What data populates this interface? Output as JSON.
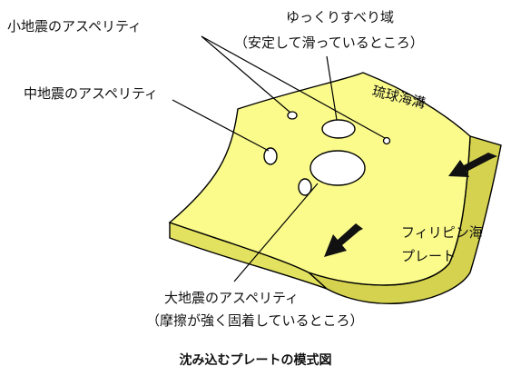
{
  "labels": {
    "small_asperity": "小地震のアスペリティ",
    "slow_slip_line1": "ゆっくりすべり域",
    "slow_slip_line2": "（安定して滑っているところ）",
    "ryukyu_trench": "琉球海溝",
    "middle_asperity": "中地震のアスペリティ",
    "philippine_line1": "フィリピン海",
    "philippine_line2": "プレート",
    "large_asperity_line1": "大地震のアスペリティ",
    "large_asperity_line2": "（摩擦が強く固着しているところ）"
  },
  "caption": "沈み込むプレートの模式図",
  "colors": {
    "plate_top": "#fbfb8c",
    "plate_side": "#d4d24e",
    "plate_front": "#e3e260",
    "outline": "#000000",
    "hole": "#ffffff"
  }
}
